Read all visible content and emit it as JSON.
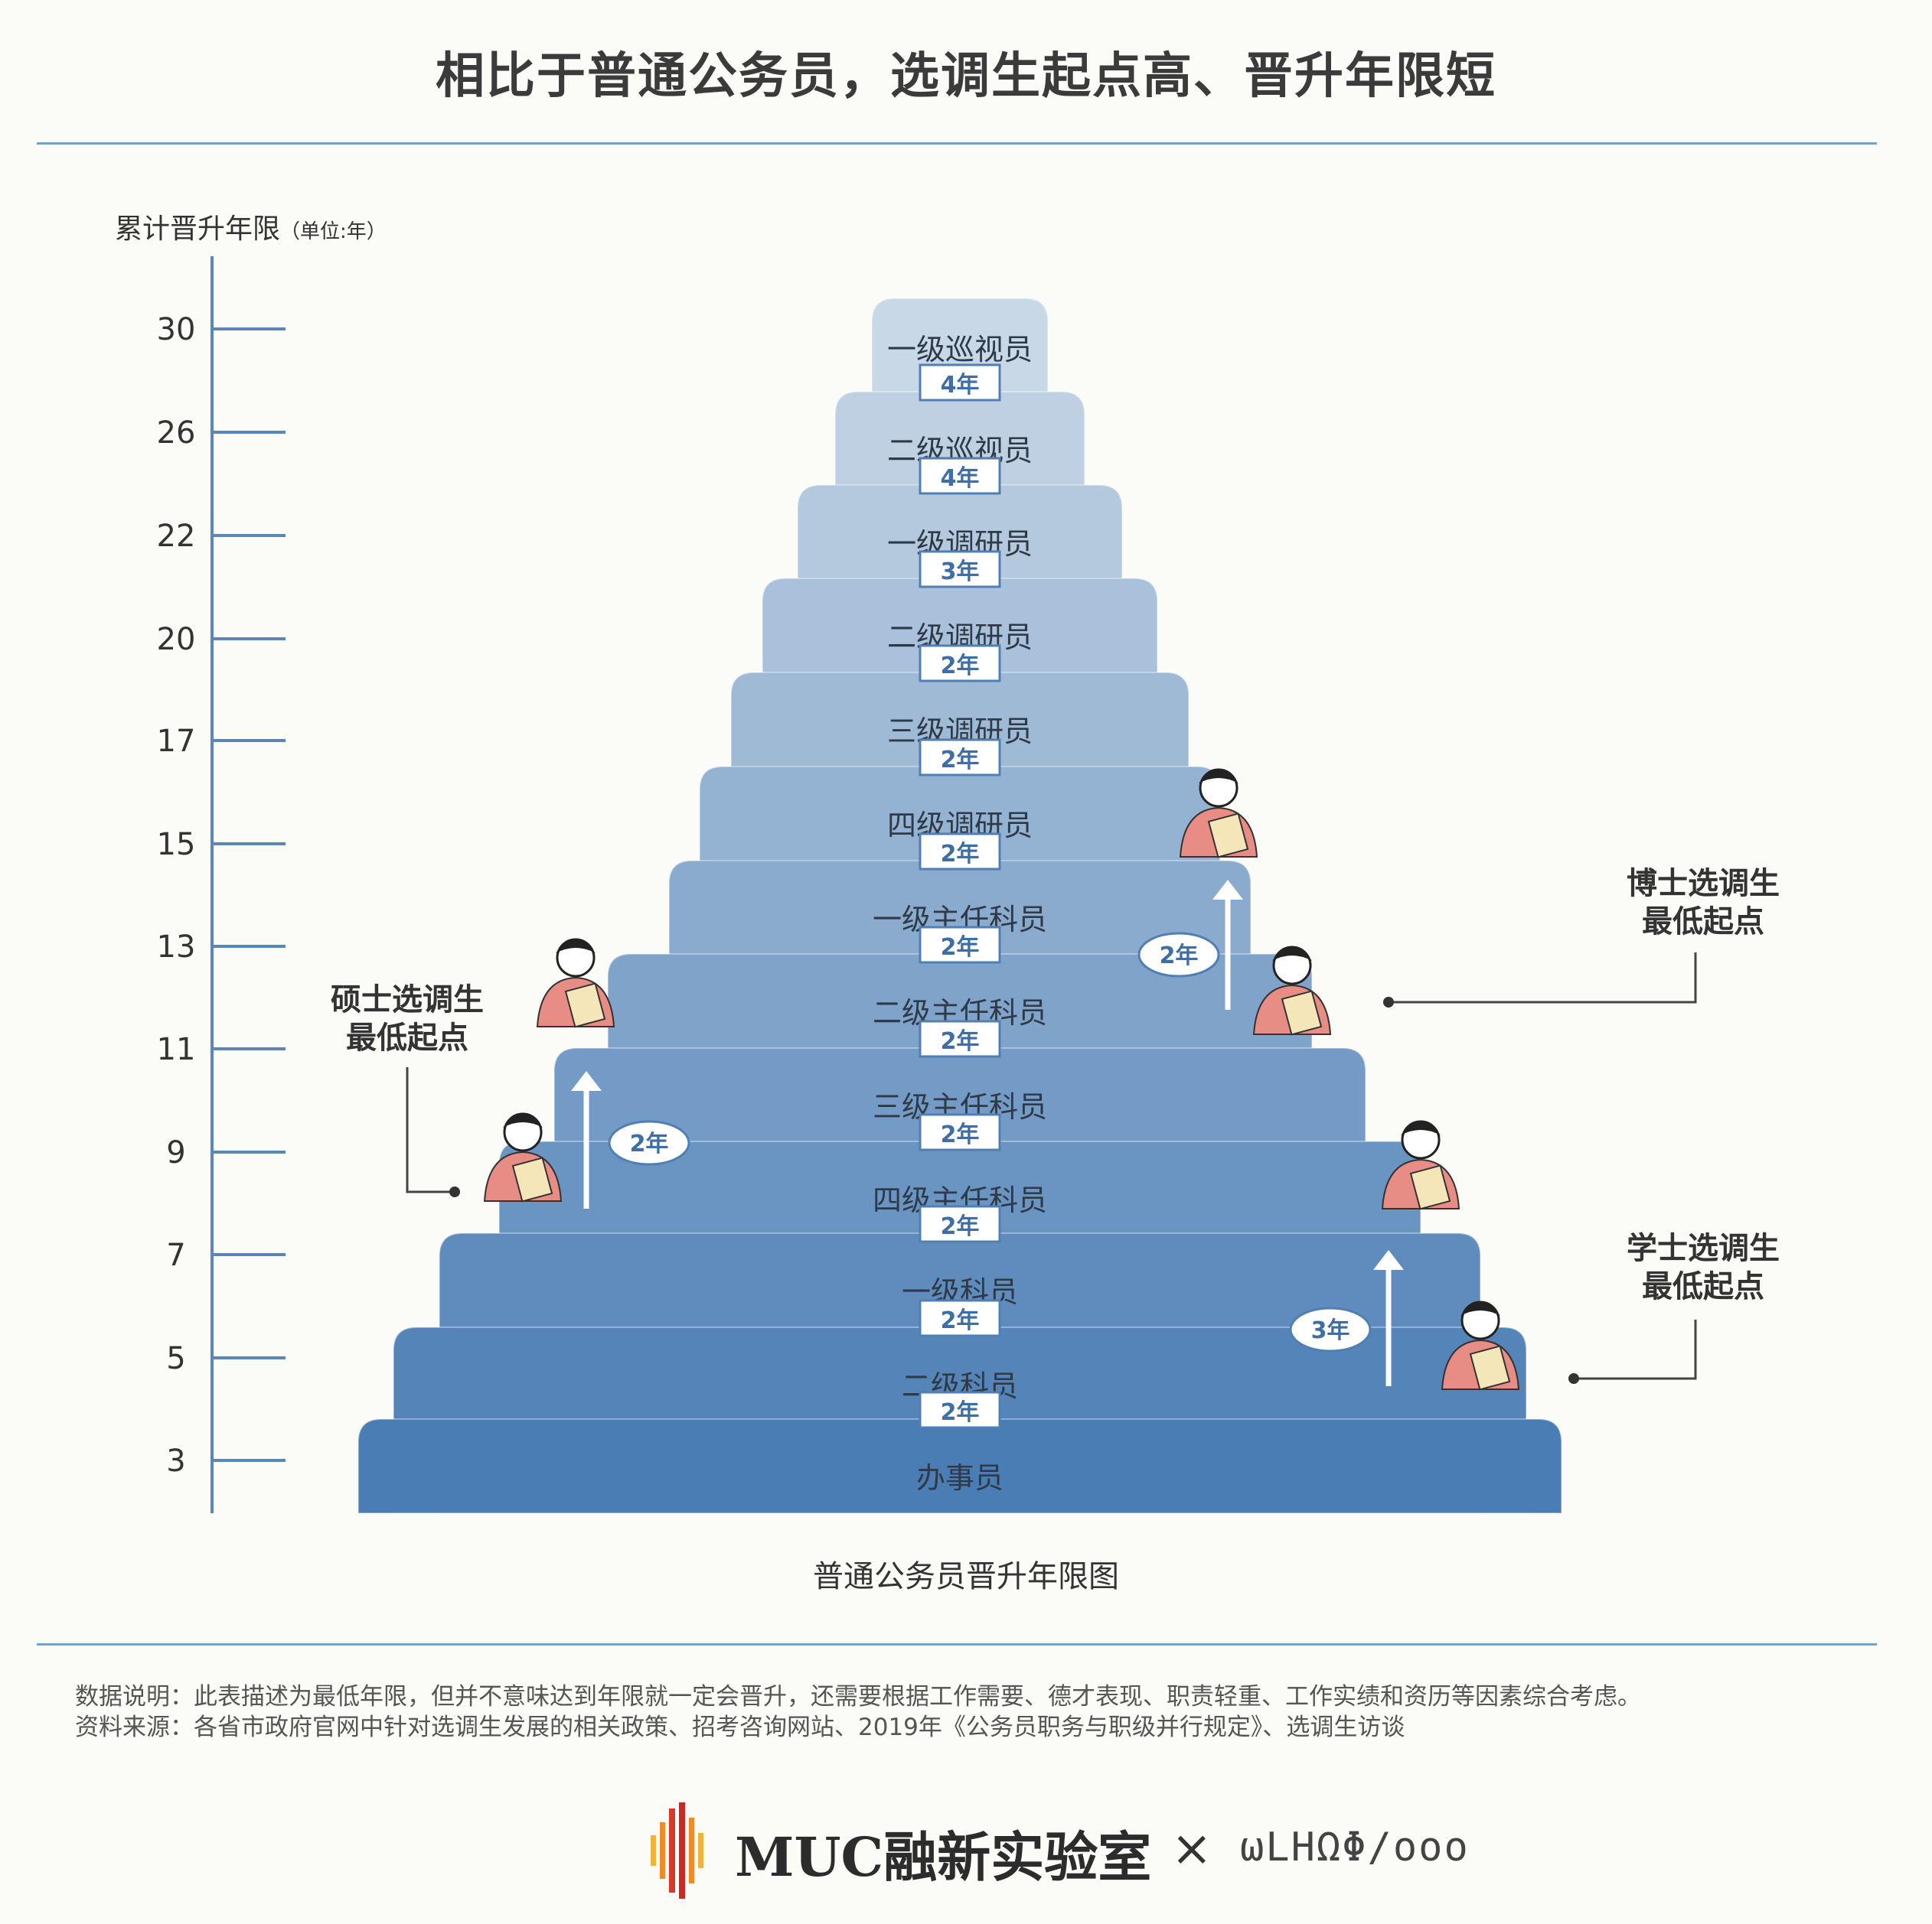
{
  "title": "相比于普通公务员，选调生起点高、晋升年限短",
  "y_axis": {
    "label": "累计晋升年限",
    "unit": "（单位:年）",
    "ticks": [
      "30",
      "26",
      "22",
      "20",
      "17",
      "15",
      "13",
      "11",
      "9",
      "7",
      "5",
      "3"
    ]
  },
  "levels": [
    {
      "name": "一级巡视员"
    },
    {
      "name": "二级巡视员",
      "badge": "4年"
    },
    {
      "name": "一级调研员",
      "badge": "4年"
    },
    {
      "name": "二级调研员",
      "badge": "3年"
    },
    {
      "name": "三级调研员",
      "badge": "2年"
    },
    {
      "name": "四级调研员",
      "badge": "2年"
    },
    {
      "name": "一级主任科员",
      "badge": "2年"
    },
    {
      "name": "二级主任科员",
      "badge": "2年"
    },
    {
      "name": "三级主任科员",
      "badge": "2年"
    },
    {
      "name": "四级主任科员",
      "badge": "2年"
    },
    {
      "name": "一级科员",
      "badge": "2年"
    },
    {
      "name": "二级科员",
      "badge": "2年"
    },
    {
      "name": "办事员",
      "badge": "2年"
    }
  ],
  "annotations": {
    "master": {
      "line1": "硕士选调生",
      "line2": "最低起点",
      "jump": "2年"
    },
    "phd": {
      "line1": "博士选调生",
      "line2": "最低起点",
      "jump": "2年"
    },
    "bachelor": {
      "line1": "学士选调生",
      "line2": "最低起点",
      "jump": "3年"
    }
  },
  "figure_caption": "普通公务员晋升年限图",
  "notes": {
    "data_note": "数据说明：此表描述为最低年限，但并不意味达到年限就一定会晋升，还需要根据工作需要、德才表现、职责轻重、工作实绩和资历等因素综合考虑。",
    "source": "资料来源：各省市政府官网中针对选调生发展的相关政策、招考咨询网站、2019年《公务员职务与职级并行规定》、选调生访谈"
  },
  "footer": {
    "brand": "MUC融新实验室",
    "times": "×",
    "partner": "ωLHΩΦ/ooo"
  },
  "colors": {
    "top": "#c9d8e6",
    "bottom": "#4a7db4",
    "axis": "#5a86b8",
    "figure": "#e88c86"
  }
}
